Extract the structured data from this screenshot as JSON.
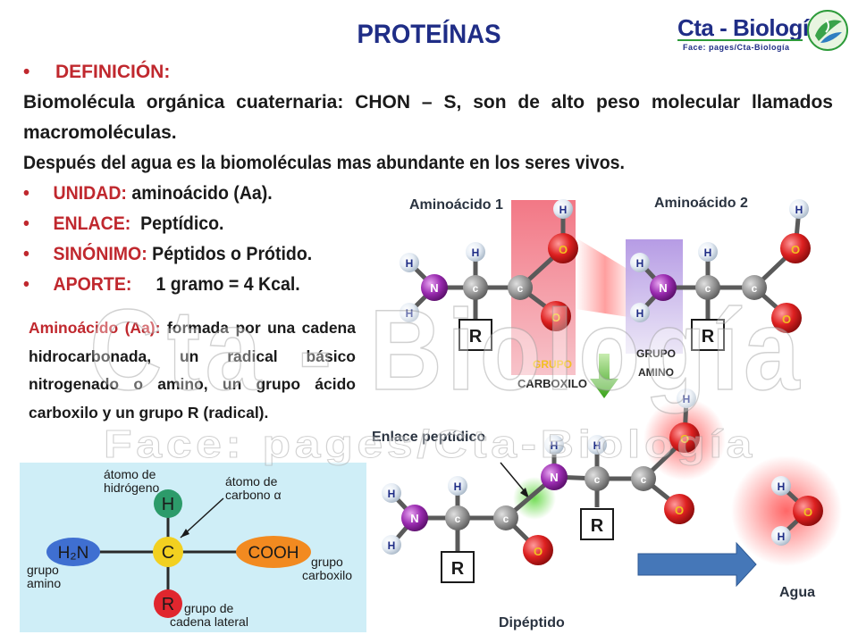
{
  "header": {
    "title": "PROTEÍNAS",
    "logo": {
      "name": "Cta - Biología",
      "sub": "Face:   pages/Cta-Biología"
    }
  },
  "content": {
    "definicion_label": "DEFINICIÓN:",
    "definicion_text": "Biomolécula orgánica cuaternaria: CHON – S, son de alto peso molecular llamados macromoléculas.",
    "abundancia_text": "Después del agua es la biomoléculas mas abundante en los seres vivos.",
    "unidad_label": "UNIDAD:",
    "unidad_value": "aminoácido (Aa).",
    "enlace_label": "ENLACE:",
    "enlace_value": "Peptídico.",
    "sinonimo_label": "SINÓNIMO:",
    "sinonimo_value": "Péptidos o Prótido.",
    "aporte_label": "APORTE:",
    "aporte_value": "1 gramo = 4 Kcal.",
    "bullet": "•"
  },
  "aminoacid_description": {
    "label": "Aminoácido (Aa):",
    "text": "formada por una cadena hidrocarbonada, un radical básico nitrogenado o amino, un grupo ácido carboxilo y un grupo R (radical)."
  },
  "structure_diagram": {
    "hydrogen_atom_label": "átomo de hidrógeno",
    "carbon_alpha_label": "átomo de carbono α",
    "amino_group_formula": "H₂N",
    "amino_group_label": "grupo amino",
    "carboxyl_formula": "COOH",
    "carboxyl_label": "grupo carboxilo",
    "side_chain_label": "grupo de cadena lateral",
    "h": "H",
    "c": "C",
    "r": "R"
  },
  "peptide_diagram": {
    "aminoacid1_label": "Aminoácido 1",
    "aminoacid2_label": "Aminoácido 2",
    "carboxyl_group_label1": "GRUPO",
    "carboxyl_group_label2": "CARBOXILO",
    "amino_group_label1": "GRUPO",
    "amino_group_label2": "AMINO",
    "peptide_bond_label": "Enlace peptídico",
    "dipeptide_label": "Dipéptido",
    "water_label": "Agua",
    "atom_h": "H",
    "atom_n": "N",
    "atom_c": "c",
    "atom_o": "O",
    "r": "R"
  },
  "watermark": {
    "main": "Cta - Biología",
    "sub": "Face:   pages/Cta-Biología"
  },
  "colors": {
    "title": "#1f2d86",
    "accent_red": "#c0282e",
    "nitrogen": "#8a1fa0",
    "oxygen": "#d42020",
    "hydrogen": "#2f7fc1",
    "carbon": "#8d8d8d",
    "arrow_blue": "#4577b8",
    "arrow_green": "#5ab52e"
  }
}
